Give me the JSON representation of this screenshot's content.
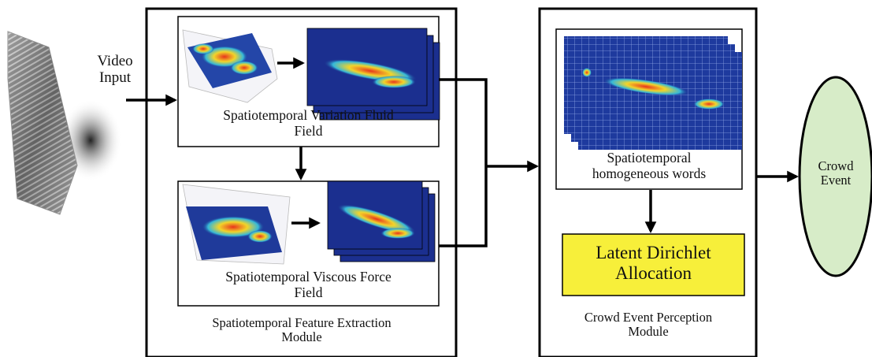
{
  "input": {
    "label_line1": "Video",
    "label_line2": "Input"
  },
  "feature_module": {
    "title_line1": "Spatiotemporal Feature Extraction",
    "title_line2": "Module",
    "fluid_field": {
      "label_line1": "Spatiotemporal Variation Fluid",
      "label_line2": "Field"
    },
    "viscous_field": {
      "label_line1": "Spatiotemporal Viscous Force",
      "label_line2": "Field"
    }
  },
  "perception_module": {
    "title_line1": "Crowd Event Perception",
    "title_line2": "Module",
    "words": {
      "label_line1": "Spatiotemporal",
      "label_line2": "homogeneous words"
    },
    "lda": {
      "label_line1": "Latent Dirichlet",
      "label_line2": "Allocation"
    }
  },
  "output": {
    "label_line1": "Crowd",
    "label_line2": "Event"
  },
  "colors": {
    "lda_fill": "#f7ef3a",
    "event_fill": "#d7ecc8",
    "heatmap_bg": "#1b2f8f",
    "stroke": "#000000"
  }
}
